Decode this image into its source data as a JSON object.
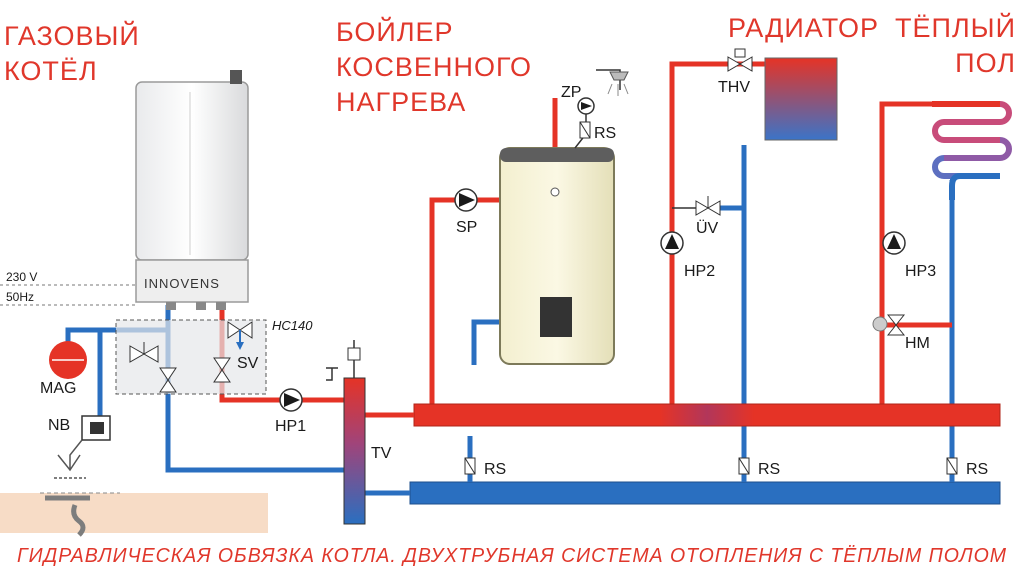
{
  "titles": {
    "boiler": [
      "ГАЗОВЫЙ",
      "КОТЁЛ"
    ],
    "tank": [
      "БОЙЛЕР",
      "КОСВЕННОГО",
      "НАГРЕВА"
    ],
    "radiator": [
      "РАДИАТОР"
    ],
    "floor": [
      "ТЁПЛЫЙ",
      "ПОЛ"
    ]
  },
  "power": {
    "voltage": "230 V",
    "frequency": "50Hz"
  },
  "boiler_brand": "INNOVENS",
  "labels": {
    "mag": "MAG",
    "nb": "NB",
    "hc": "HC140",
    "sv": "SV",
    "hp1": "HP1",
    "tv": "TV",
    "zp": "ZP",
    "rs_tank": "RS",
    "sp": "SP",
    "thv": "THV",
    "uv": "ÜV",
    "hp2": "HP2",
    "hp3": "HP3",
    "hm": "HM",
    "rs": [
      "RS",
      "RS",
      "RS"
    ]
  },
  "caption": "ГИДРАВЛИЧЕСКАЯ ОБВЯЗКА КОТЛА. ДВУХТРУБНАЯ СИСТЕМА ОТОПЛЕНИЯ С ТЁПЛЫМ ПОЛОМ",
  "colors": {
    "hot": "#e53326",
    "cold": "#2a6fc0",
    "title": "#e0372b",
    "text": "#1a1a1a"
  }
}
